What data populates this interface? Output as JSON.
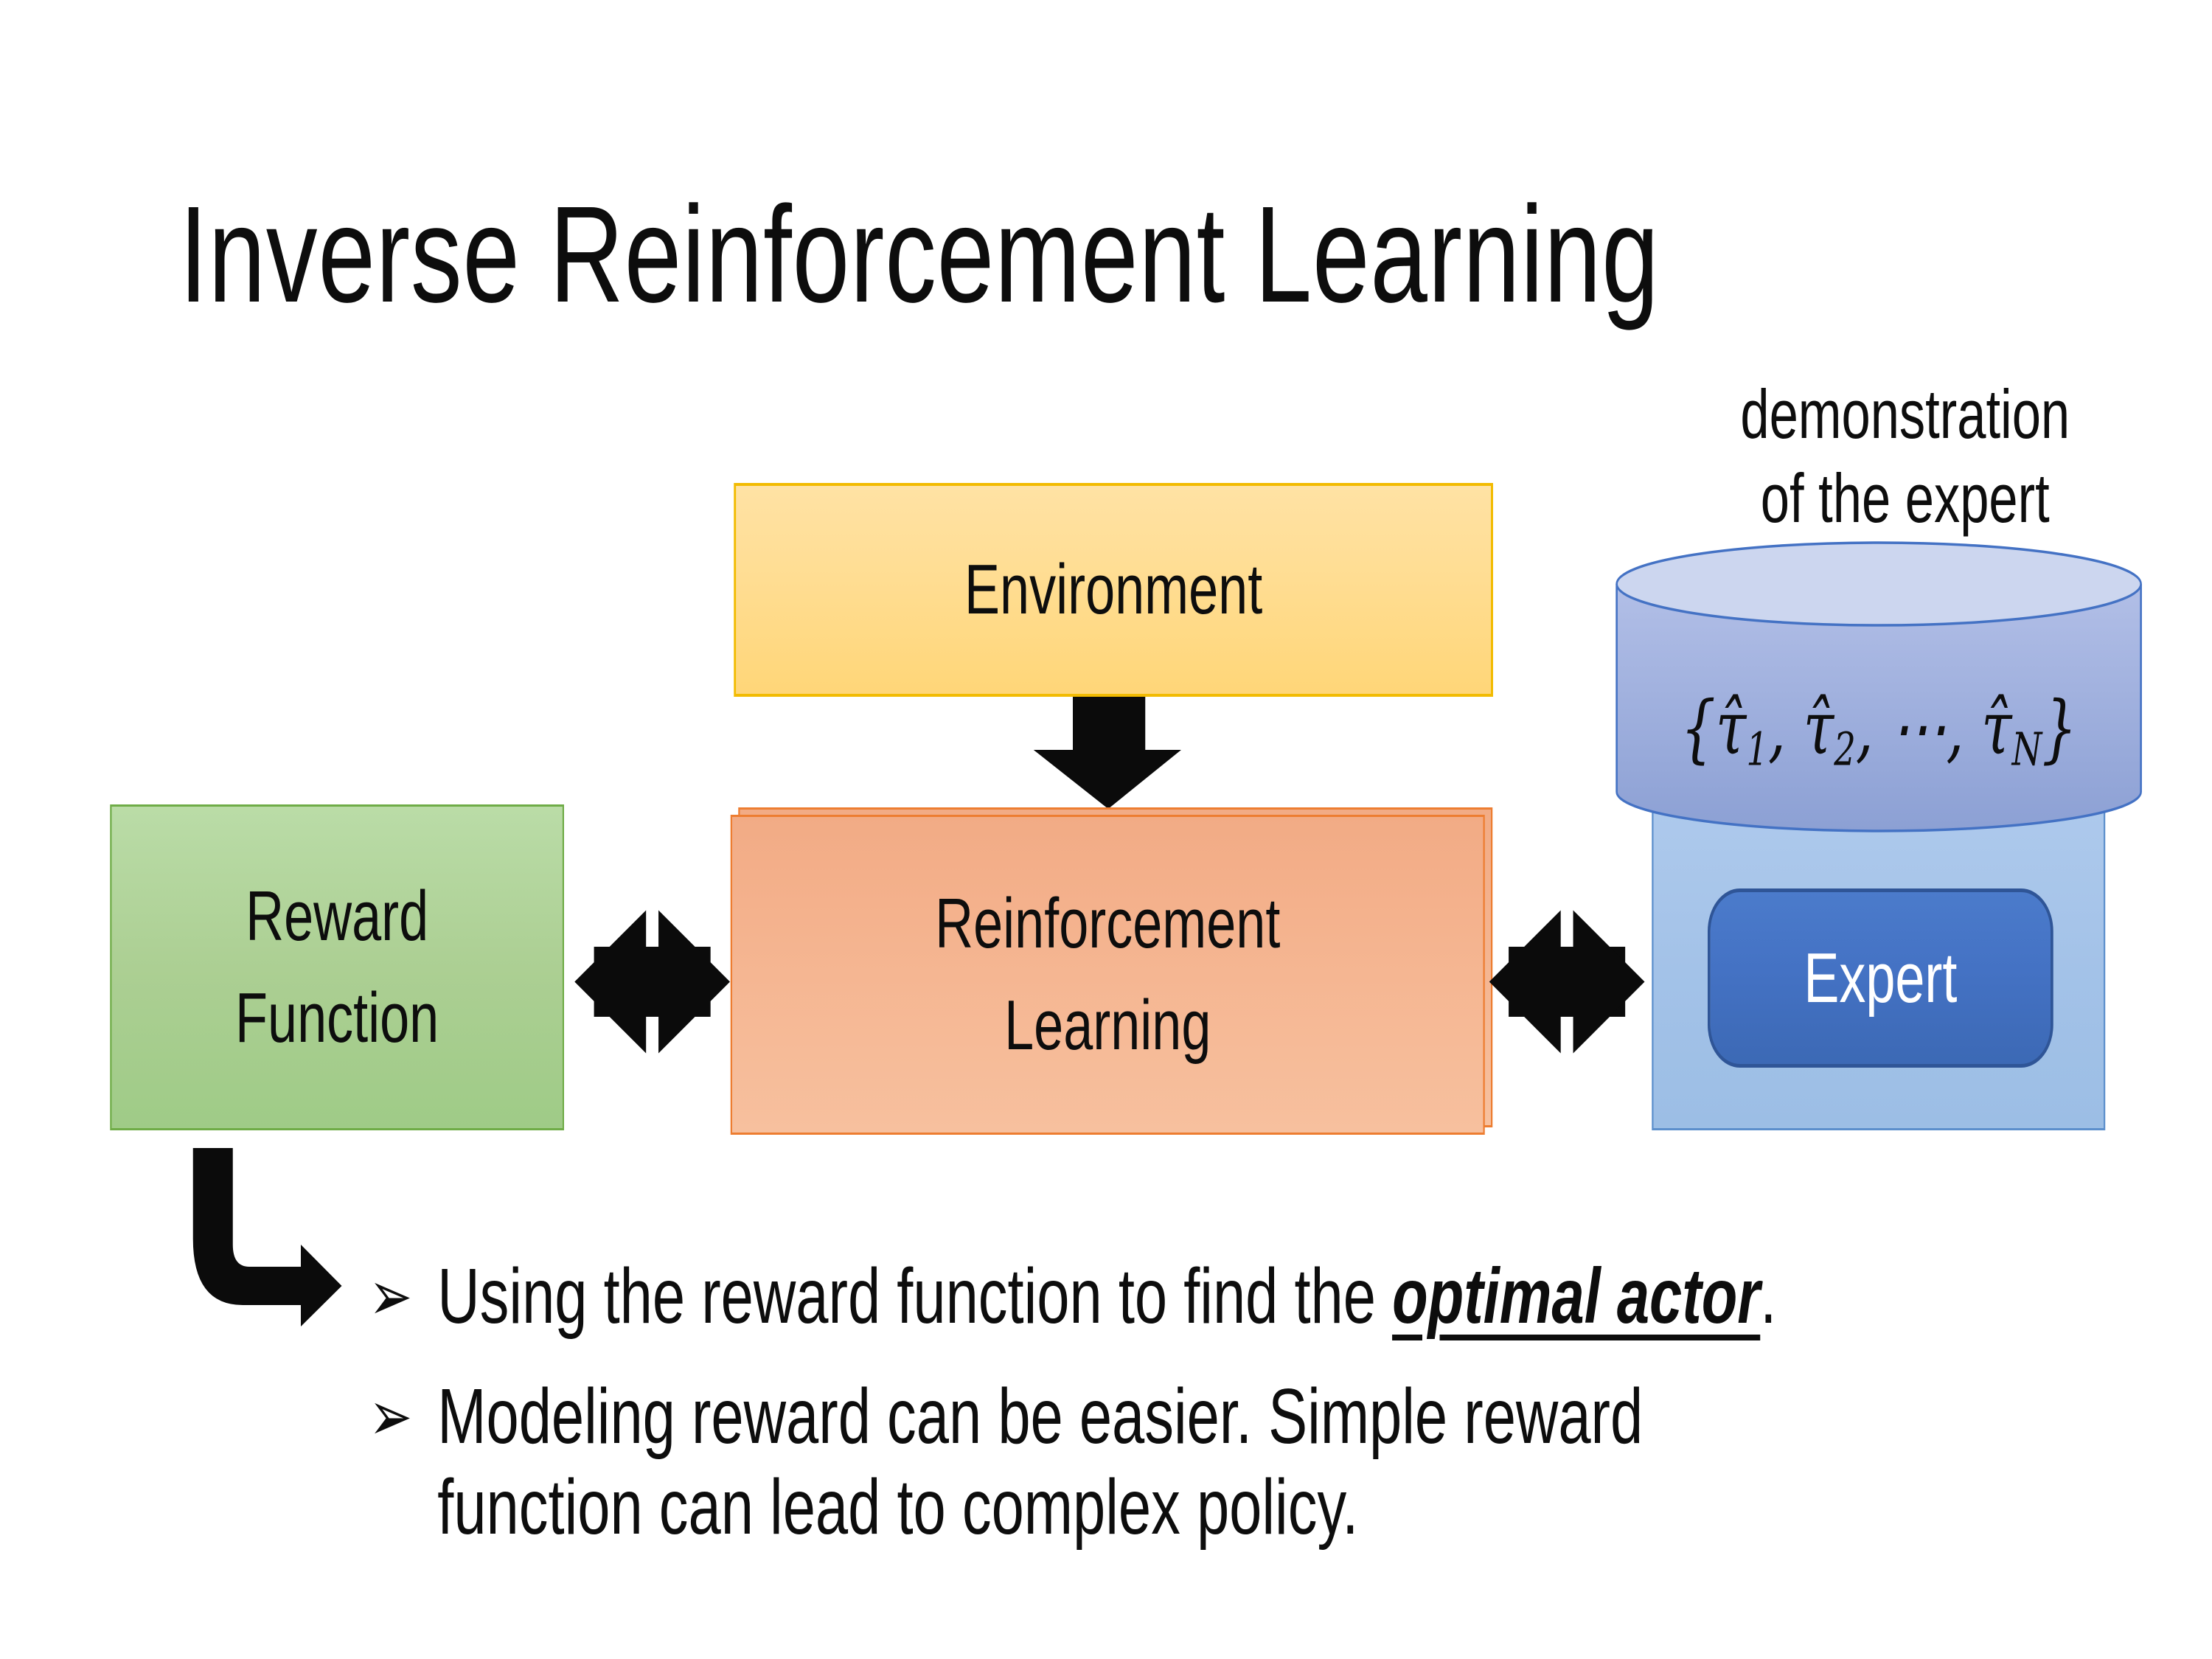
{
  "slide_title": "Inverse Reinforcement Learning",
  "annotation": "demonstration\nof the expert",
  "boxes": {
    "environment": {
      "label": "Environment",
      "fill": "#FFD678",
      "border": "#FFC000"
    },
    "reward_function": {
      "label": "Reward\nFunction",
      "fill": "#A0CC89",
      "border": "#70AD47"
    },
    "reinforcement_learning": {
      "label": "Reinforcement\nLearning",
      "fill": "#F4B183",
      "border": "#ED7D31"
    },
    "expert_panel": {
      "fill": "#9CBEE5",
      "border": "#5C8FCC"
    },
    "expert": {
      "label": "Expert",
      "fill": "#4472C4",
      "border": "#2F5597",
      "text_color": "#FFFFFF"
    }
  },
  "dataset_cylinder": {
    "open": "{",
    "tau_1": "τ̂",
    "sub_1": "1",
    "comma_1": ", ",
    "tau_2": "τ̂",
    "sub_2": "2",
    "comma_2": ", ",
    "dots": "⋯",
    "comma_3": ", ",
    "tau_n": "τ̂",
    "sub_n": "N",
    "close": "}",
    "body_fill": "#8CA0D4",
    "top_fill": "#CCD6EF",
    "outline": "#4472C4"
  },
  "arrows": {
    "color": "#0B0B0B",
    "environment_to_rl": "down-arrow",
    "reward_rl_exchange": "double-horizontal-arrow",
    "rl_expert_exchange": "double-horizontal-arrow",
    "reward_to_bullets": "bent-elbow-arrow"
  },
  "bullets": [
    {
      "marker": "➢",
      "text_pre": "Using the reward function to find the ",
      "highlight": "optimal actor",
      "text_post": "."
    },
    {
      "marker": "➢",
      "text_pre": "Modeling reward can be easier. Simple reward\nfunction can lead to complex policy.",
      "highlight": "",
      "text_post": ""
    }
  ]
}
